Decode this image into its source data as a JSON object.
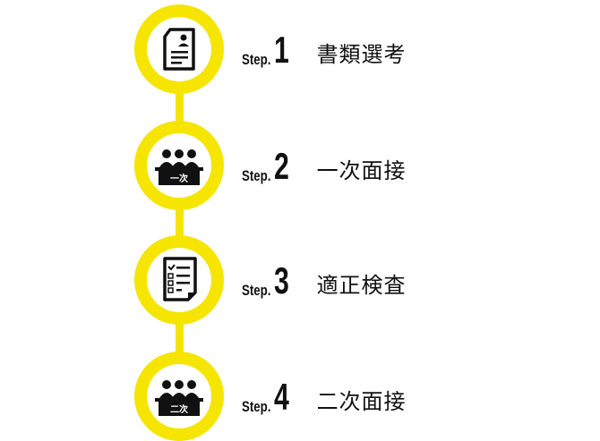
{
  "accent_color": "#f5e500",
  "step_prefix": "Step.",
  "steps": [
    {
      "number": "1",
      "title": "書類選考",
      "icon": "resume-document-icon"
    },
    {
      "number": "2",
      "title": "一次面接",
      "icon": "interview-panel-icon",
      "panel_text": "一次"
    },
    {
      "number": "3",
      "title": "適正検査",
      "icon": "checklist-icon"
    },
    {
      "number": "4",
      "title": "二次面接",
      "icon": "interview-panel-icon",
      "panel_text": "二次"
    }
  ]
}
